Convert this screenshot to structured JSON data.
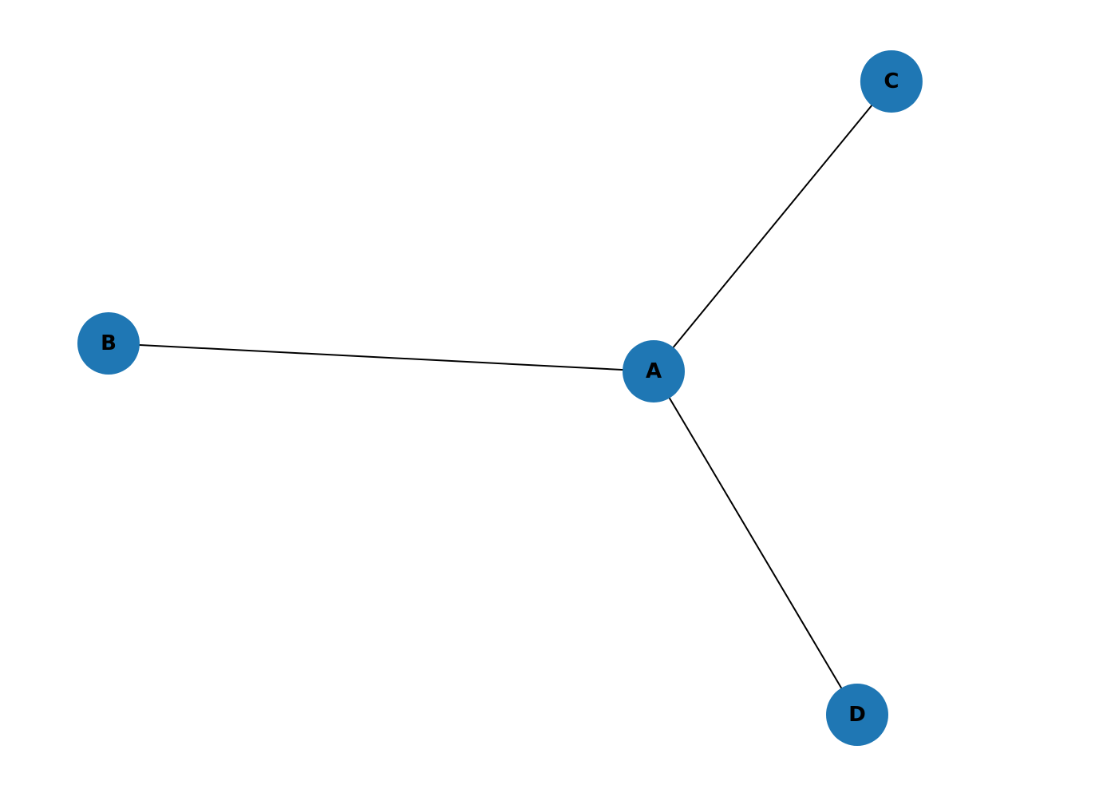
{
  "graph": {
    "node_color": "#1f77b4",
    "edge_color": "#000000",
    "nodes": [
      {
        "id": "A",
        "label": "A"
      },
      {
        "id": "B",
        "label": "B",
        "pos": [
          0.0,
          0.3945
        ]
      },
      {
        "id": "C",
        "label": "C",
        "pos": [
          0.8829,
          0.0
        ]
      },
      {
        "id": "D",
        "label": "D"
      }
    ],
    "edges": [
      [
        "A",
        "B"
      ],
      [
        "A",
        "C"
      ],
      [
        "A",
        "D"
      ]
    ]
  }
}
